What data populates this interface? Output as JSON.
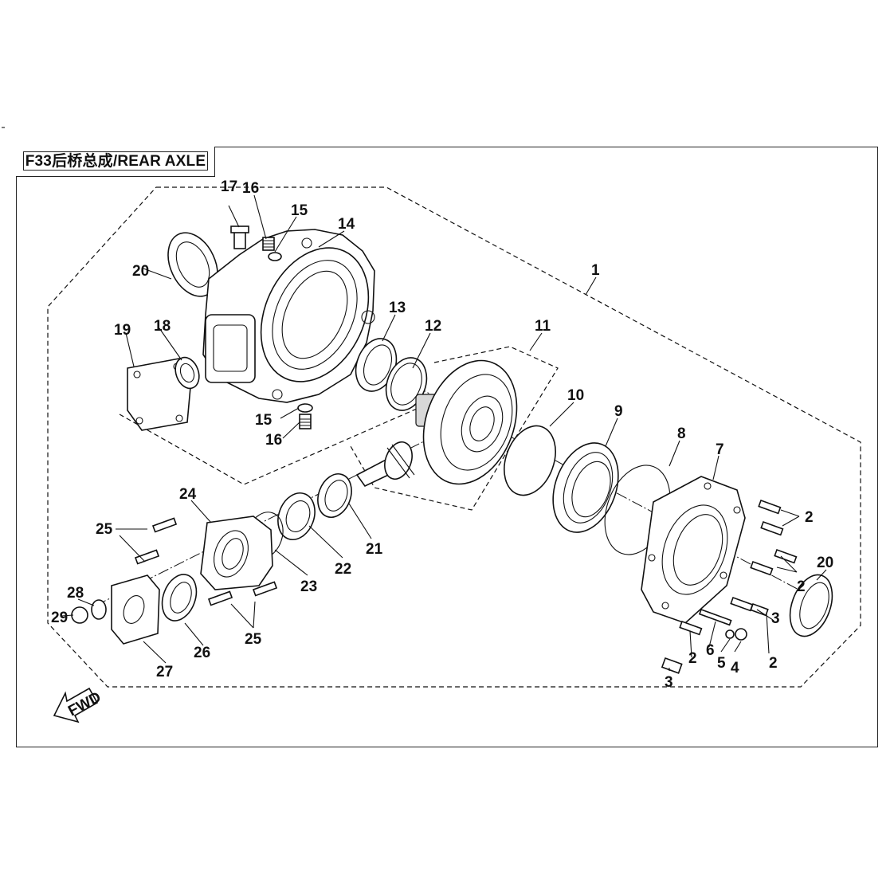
{
  "title": "F33后桥总成/REAR AXLE",
  "fwd_label": "FWD",
  "callouts": [
    {
      "id": "c1",
      "text": "1"
    },
    {
      "id": "c2a",
      "text": "2"
    },
    {
      "id": "c2b",
      "text": "2"
    },
    {
      "id": "c2c",
      "text": "2"
    },
    {
      "id": "c2d",
      "text": "2"
    },
    {
      "id": "c3a",
      "text": "3"
    },
    {
      "id": "c3b",
      "text": "3"
    },
    {
      "id": "c4",
      "text": "4"
    },
    {
      "id": "c5",
      "text": "5"
    },
    {
      "id": "c6",
      "text": "6"
    },
    {
      "id": "c7",
      "text": "7"
    },
    {
      "id": "c8",
      "text": "8"
    },
    {
      "id": "c9",
      "text": "9"
    },
    {
      "id": "c10",
      "text": "10"
    },
    {
      "id": "c11",
      "text": "11"
    },
    {
      "id": "c12",
      "text": "12"
    },
    {
      "id": "c13",
      "text": "13"
    },
    {
      "id": "c14",
      "text": "14"
    },
    {
      "id": "c15a",
      "text": "15"
    },
    {
      "id": "c15b",
      "text": "15"
    },
    {
      "id": "c16a",
      "text": "16"
    },
    {
      "id": "c16b",
      "text": "16"
    },
    {
      "id": "c17",
      "text": "17"
    },
    {
      "id": "c18",
      "text": "18"
    },
    {
      "id": "c19",
      "text": "19"
    },
    {
      "id": "c20a",
      "text": "20"
    },
    {
      "id": "c20b",
      "text": "20"
    },
    {
      "id": "c21",
      "text": "21"
    },
    {
      "id": "c22",
      "text": "22"
    },
    {
      "id": "c23",
      "text": "23"
    },
    {
      "id": "c24",
      "text": "24"
    },
    {
      "id": "c25a",
      "text": "25"
    },
    {
      "id": "c25b",
      "text": "25"
    },
    {
      "id": "c26",
      "text": "26"
    },
    {
      "id": "c27",
      "text": "27"
    },
    {
      "id": "c28",
      "text": "28"
    },
    {
      "id": "c29",
      "text": "29"
    }
  ]
}
